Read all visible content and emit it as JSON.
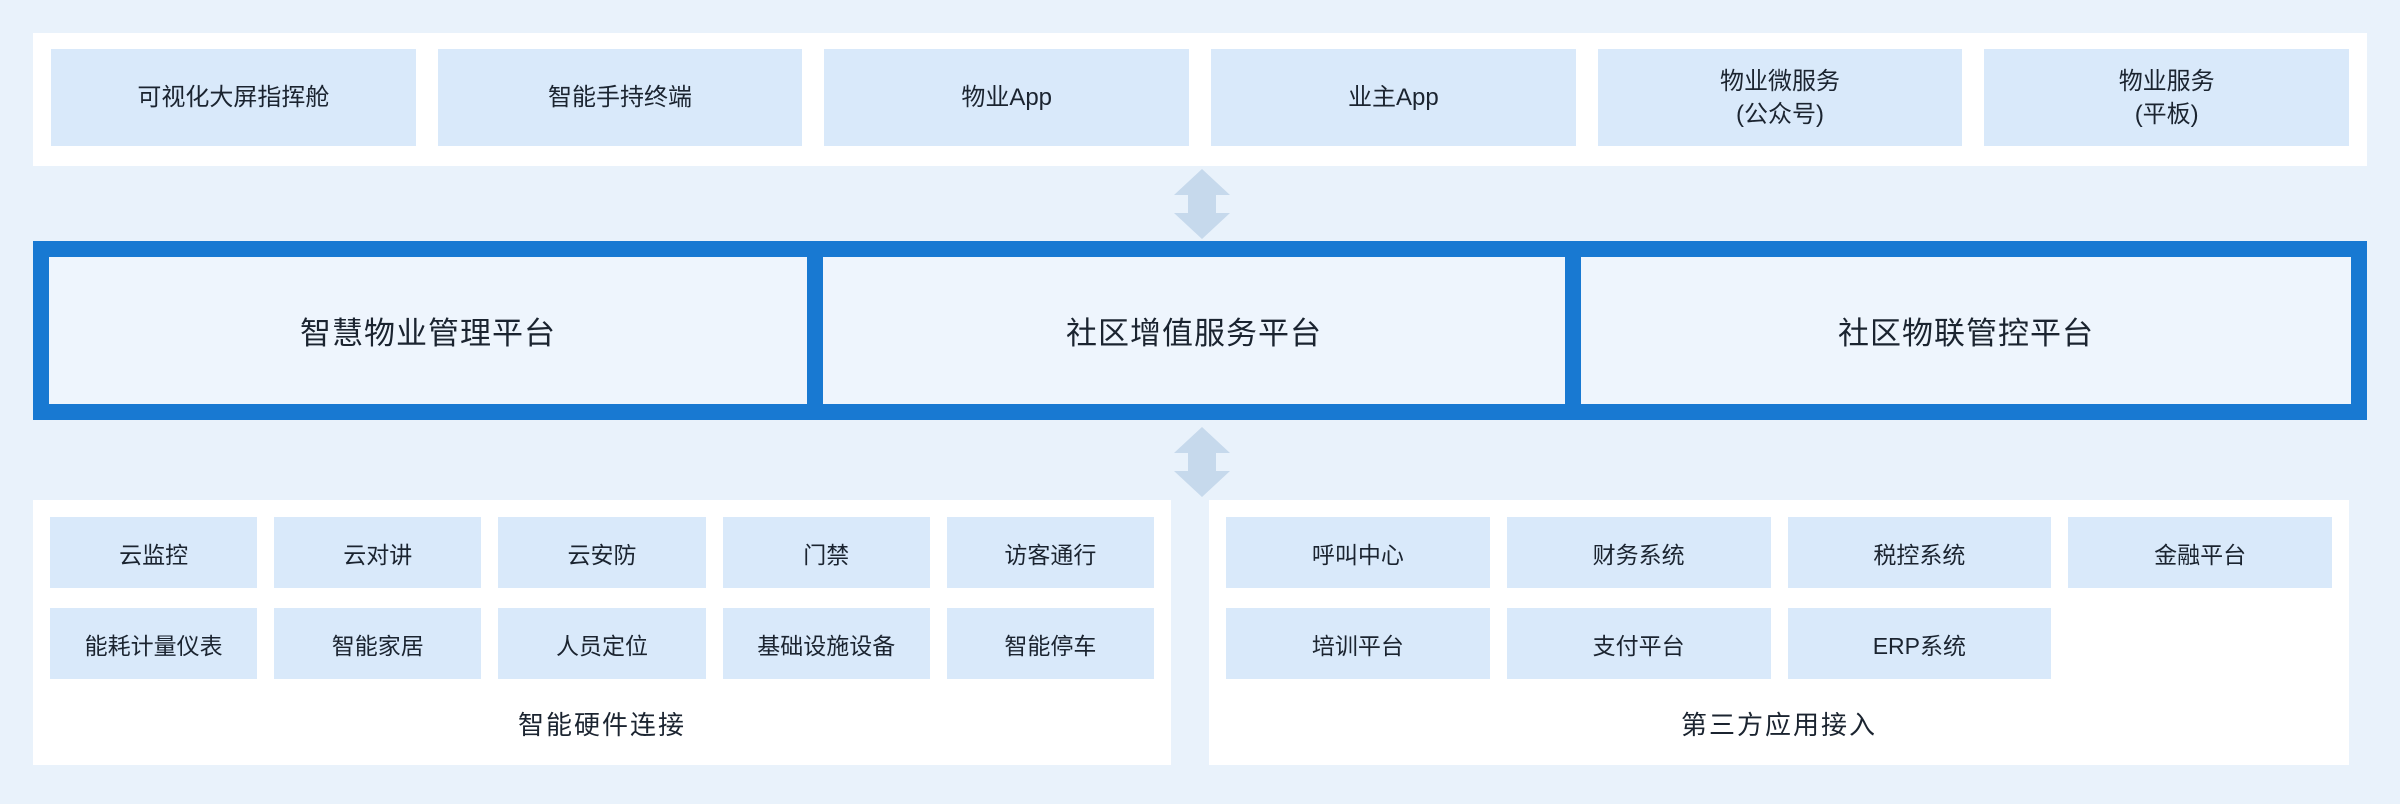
{
  "colors": {
    "background": "#e9f2fb",
    "panel_white": "#ffffff",
    "node_fill": "#d9e9fa",
    "band_blue": "#1879d2",
    "platform_fill": "#eef5fd",
    "arrow_fill": "#c6d9ec",
    "text": "#1b2430"
  },
  "top_row": {
    "items": [
      {
        "label": "可视化大屏指挥舱"
      },
      {
        "label": "智能手持终端"
      },
      {
        "label": "物业App"
      },
      {
        "label": "业主App"
      },
      {
        "label": "物业微服务\n(公众号)"
      },
      {
        "label": "物业服务\n(平板)"
      }
    ]
  },
  "platforms": {
    "items": [
      {
        "label": "智慧物业管理平台"
      },
      {
        "label": "社区增值服务平台"
      },
      {
        "label": "社区物联管控平台"
      }
    ]
  },
  "hardware": {
    "title": "智能硬件连接",
    "rows": [
      [
        "云监控",
        "云对讲",
        "云安防",
        "门禁",
        "访客通行"
      ],
      [
        "能耗计量仪表",
        "智能家居",
        "人员定位",
        "基础设施设备",
        "智能停车"
      ]
    ]
  },
  "third_party": {
    "title": "第三方应用接入",
    "rows": [
      [
        "呼叫中心",
        "财务系统",
        "税控系统",
        "金融平台"
      ],
      [
        "培训平台",
        "支付平台",
        "ERP系统"
      ]
    ]
  }
}
